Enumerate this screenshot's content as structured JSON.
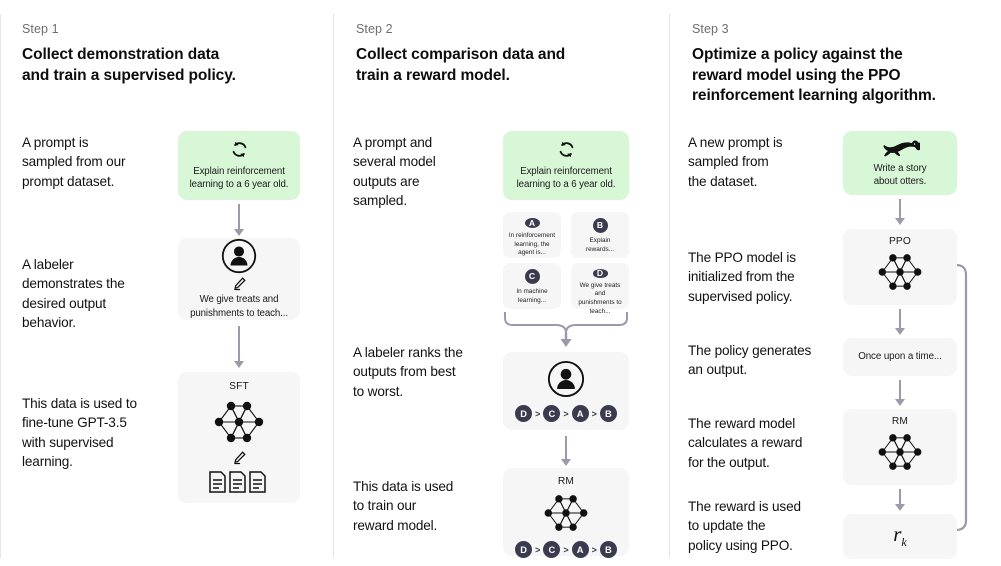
{
  "diagram": {
    "title": "InstructGPT / RLHF three-step training diagram",
    "accent_green": "#d7f7d7",
    "card_gray": "#f5f6f5",
    "arrow_color": "#9a9aab",
    "badge_color": "#3b3b4f"
  },
  "columns": [
    {
      "step_label": "Step 1",
      "step_title": "Collect demonstration data\nand train a supervised policy.",
      "body": [
        "A prompt is\nsampled from our\nprompt dataset.",
        "A labeler\ndemonstrates the\ndesired output\nbehavior.",
        "This data is used to\nfine-tune GPT-3.5\nwith supervised\nlearning."
      ],
      "boxes": [
        {
          "icon": "refresh-icon",
          "caption": "Explain reinforcement\nlearning to a 6 year old."
        },
        {
          "icon": "labeler-person-icon",
          "caption": "We give treats and\npunishments to teach..."
        },
        {
          "title": "SFT",
          "icon": "neural-network-icon"
        }
      ]
    },
    {
      "step_label": "Step 2",
      "step_title": "Collect comparison data and\ntrain a reward model.",
      "body": [
        "A prompt and\nseveral model\noutputs are\nsampled.",
        "A labeler ranks the\noutputs from best\nto worst.",
        "This data is used\nto train our\nreward model."
      ],
      "prompt_box": {
        "icon": "refresh-icon",
        "caption": "Explain reinforcement\nlearning to a 6 year old."
      },
      "outputs": [
        {
          "letter": "A",
          "text": "In reinforcement\nlearning, the\nagent is..."
        },
        {
          "letter": "B",
          "text": "Explain rewards..."
        },
        {
          "letter": "C",
          "text": "In machine\nlearning..."
        },
        {
          "letter": "D",
          "text": "We give treats and\npunishments to\nteach..."
        }
      ],
      "ranking": [
        "D",
        "C",
        "A",
        "B"
      ],
      "rm_title": "RM"
    },
    {
      "step_label": "Step 3",
      "step_title": "Optimize a policy against the\nreward model using the PPO\nreinforcement learning algorithm.",
      "body": [
        "A new prompt is\nsampled from\nthe dataset.",
        "The PPO model is\ninitialized from the\nsupervised policy.",
        "The policy generates\nan output.",
        "The reward model\ncalculates a reward\nfor the output.",
        "The reward is used\nto update the\npolicy using PPO."
      ],
      "boxes": [
        {
          "icon": "otter-icon",
          "caption": "Write a story\nabout otters."
        },
        {
          "title": "PPO",
          "icon": "neural-network-icon"
        },
        {
          "caption": "Once upon a time..."
        },
        {
          "title": "RM",
          "icon": "neural-network-icon"
        },
        {
          "formula": "r",
          "formula_sub": "k"
        }
      ]
    }
  ]
}
